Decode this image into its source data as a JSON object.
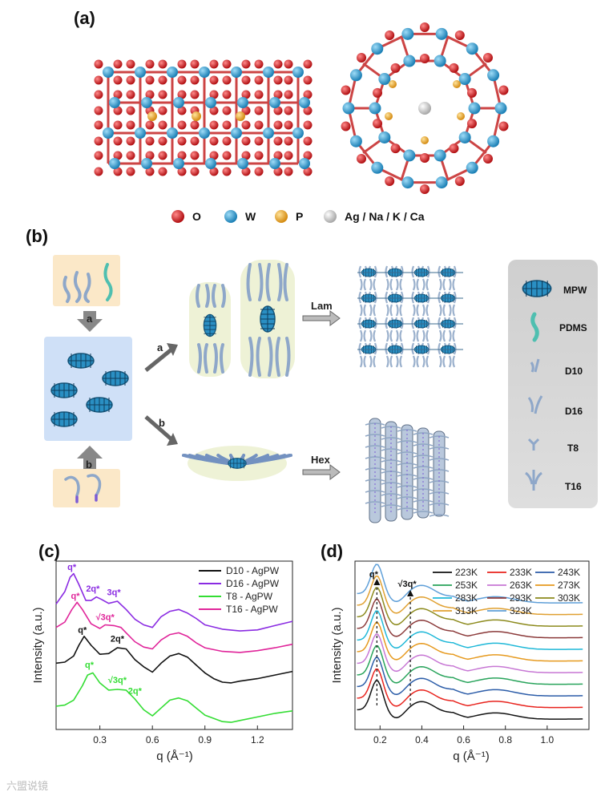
{
  "figure": {
    "label_a": "(a)",
    "label_b": "(b)",
    "label_c": "(c)",
    "label_d": "(d)",
    "watermark": "六盟说镜"
  },
  "panel_a": {
    "legend": [
      {
        "symbol": "O",
        "label": "O",
        "color": "#d9181b"
      },
      {
        "symbol": "W",
        "label": "W",
        "color": "#2ea3dc"
      },
      {
        "symbol": "P",
        "label": "P",
        "color": "#f0b02a"
      },
      {
        "symbol": "Ag",
        "label": "Ag / Na / K / Ca",
        "color": "#d8d8d8"
      }
    ]
  },
  "panel_b": {
    "arrow_a": "a",
    "arrow_b": "b",
    "path_a": "a",
    "path_b": "b",
    "lam": "Lam",
    "hex": "Hex",
    "legend": [
      "MPW",
      "PDMS",
      "D10",
      "D16",
      "T8",
      "T16"
    ],
    "colors": {
      "water": "#cfe0f7",
      "peach": "#fbe8c8",
      "capsule": "#eef2d6",
      "sidebar": "#d4d4d4",
      "chain": "#8ea7c9",
      "cluster": "#2a8fc3"
    }
  },
  "chart_data": [
    {
      "type": "line",
      "panel": "(c)",
      "xlabel": "q (Å⁻¹)",
      "ylabel": "Intensity (a.u.)",
      "xlim": [
        0.05,
        1.4
      ],
      "xticks": [
        "0.3",
        "0.6",
        "0.9",
        "1.2"
      ],
      "xtick_values": [
        0.3,
        0.6,
        0.9,
        1.2
      ],
      "legend_position": "top-right",
      "series": [
        {
          "name": "D10 - AgPW",
          "color": "#111111",
          "x": [
            0.05,
            0.1,
            0.15,
            0.18,
            0.21,
            0.25,
            0.3,
            0.35,
            0.4,
            0.45,
            0.5,
            0.55,
            0.6,
            0.65,
            0.7,
            0.75,
            0.8,
            0.85,
            0.9,
            0.95,
            1.0,
            1.05,
            1.1,
            1.2,
            1.3,
            1.4
          ],
          "y": [
            1.55,
            1.58,
            1.75,
            2.05,
            2.3,
            2.05,
            1.8,
            1.82,
            1.98,
            1.95,
            1.65,
            1.45,
            1.3,
            1.55,
            1.75,
            1.82,
            1.72,
            1.5,
            1.28,
            1.12,
            1.02,
            1.0,
            1.05,
            1.12,
            1.22,
            1.32
          ]
        },
        {
          "name": "D16 - AgPW",
          "color": "#8a2be2",
          "x": [
            0.05,
            0.1,
            0.13,
            0.15,
            0.18,
            0.22,
            0.25,
            0.28,
            0.31,
            0.35,
            0.4,
            0.45,
            0.5,
            0.55,
            0.6,
            0.65,
            0.7,
            0.75,
            0.8,
            0.85,
            0.9,
            1.0,
            1.1,
            1.2,
            1.3,
            1.4
          ],
          "y": [
            3.2,
            3.55,
            3.95,
            4.05,
            3.75,
            3.3,
            3.3,
            3.4,
            3.33,
            3.22,
            3.28,
            3.05,
            2.78,
            2.62,
            2.55,
            2.85,
            3.0,
            3.05,
            2.95,
            2.8,
            2.62,
            2.5,
            2.45,
            2.48,
            2.6,
            2.72
          ]
        },
        {
          "name": "T8   - AgPW",
          "color": "#33dd33",
          "x": [
            0.05,
            0.1,
            0.15,
            0.2,
            0.23,
            0.26,
            0.3,
            0.35,
            0.4,
            0.45,
            0.5,
            0.55,
            0.6,
            0.65,
            0.7,
            0.75,
            0.8,
            0.85,
            0.9,
            1.0,
            1.05,
            1.1,
            1.2,
            1.3,
            1.4
          ],
          "y": [
            0.35,
            0.38,
            0.52,
            0.92,
            1.22,
            1.28,
            1.0,
            0.8,
            0.82,
            0.8,
            0.55,
            0.25,
            0.08,
            0.3,
            0.52,
            0.58,
            0.5,
            0.3,
            0.1,
            -0.08,
            -0.1,
            -0.05,
            0.05,
            0.15,
            0.22
          ]
        },
        {
          "name": "T16 - AgPW",
          "color": "#e0259a",
          "x": [
            0.05,
            0.1,
            0.14,
            0.17,
            0.2,
            0.25,
            0.3,
            0.33,
            0.38,
            0.42,
            0.45,
            0.5,
            0.55,
            0.6,
            0.65,
            0.7,
            0.75,
            0.8,
            0.85,
            0.9,
            1.0,
            1.1,
            1.2,
            1.3,
            1.4
          ],
          "y": [
            2.55,
            2.7,
            3.05,
            3.25,
            3.05,
            2.65,
            2.52,
            2.62,
            2.6,
            2.55,
            2.4,
            2.15,
            2.0,
            1.95,
            2.2,
            2.35,
            2.4,
            2.3,
            2.12,
            1.98,
            1.88,
            1.85,
            1.9,
            1.98,
            2.08
          ]
        }
      ],
      "annotations": [
        {
          "text": "q*",
          "color": "#8a2be2"
        },
        {
          "text": "2q*",
          "color": "#8a2be2"
        },
        {
          "text": "3q*",
          "color": "#8a2be2"
        },
        {
          "text": "q*",
          "color": "#e0259a"
        },
        {
          "text": "√3q*",
          "color": "#e0259a"
        },
        {
          "text": "q*",
          "color": "#111111"
        },
        {
          "text": "2q*",
          "color": "#111111"
        },
        {
          "text": "q*",
          "color": "#33dd33"
        },
        {
          "text": "√3q*",
          "color": "#33dd33"
        },
        {
          "text": "2q*",
          "color": "#33dd33"
        }
      ]
    },
    {
      "type": "line",
      "panel": "(d)",
      "xlabel": "q (Å⁻¹)",
      "ylabel": "Intensity (a.u.)",
      "xlim": [
        0.08,
        1.2
      ],
      "xticks": [
        "0.2",
        "0.4",
        "0.6",
        "0.8",
        "1.0"
      ],
      "xtick_values": [
        0.2,
        0.4,
        0.6,
        0.8,
        1.0
      ],
      "legend_position": "top",
      "peak_q_star": 0.185,
      "peak_root3": 0.345,
      "markers": [
        "q*",
        "√3q*"
      ],
      "series": [
        {
          "name": "223K",
          "color": "#111111"
        },
        {
          "name": "233K",
          "color": "#e8221c"
        },
        {
          "name": "243K",
          "color": "#2b5ca8"
        },
        {
          "name": "253K",
          "color": "#27a35a"
        },
        {
          "name": "263K",
          "color": "#c777d4"
        },
        {
          "name": "273K",
          "color": "#e69a1f"
        },
        {
          "name": "283K",
          "color": "#1fb8d8"
        },
        {
          "name": "293K",
          "color": "#8b3a3a"
        },
        {
          "name": "303K",
          "color": "#8c8a1c"
        },
        {
          "name": "313K",
          "color": "#e0a030"
        },
        {
          "name": "323K",
          "color": "#5f9fd8"
        }
      ]
    }
  ]
}
